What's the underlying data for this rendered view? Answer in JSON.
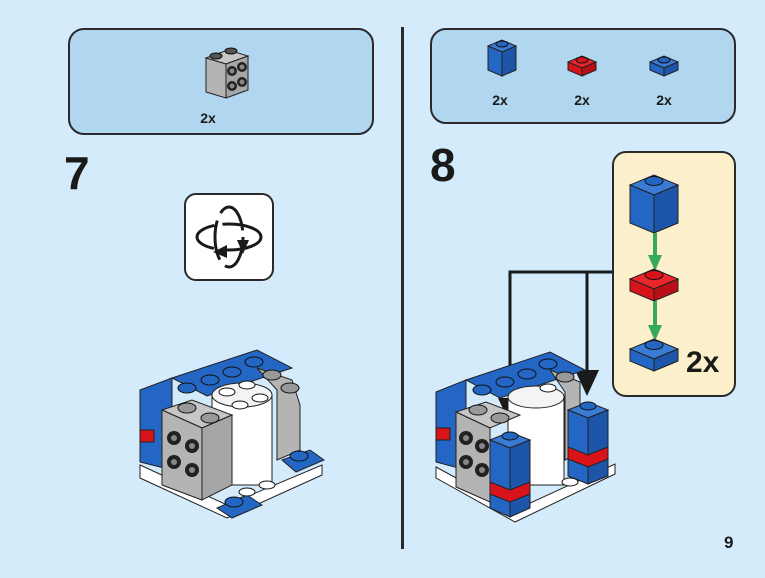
{
  "page": {
    "page_number": "9",
    "background_color": "#d3ebfa"
  },
  "step7": {
    "number": "7",
    "parts": [
      {
        "name": "light-gray brick 1x2 with studs on side",
        "qty": "2x",
        "color": "#a9a9a9"
      }
    ],
    "rotate_icon": "rotate-model-icon"
  },
  "step8": {
    "number": "8",
    "parts": [
      {
        "name": "blue brick 1x1",
        "qty": "2x",
        "color": "#2466c4"
      },
      {
        "name": "red plate 1x1",
        "qty": "2x",
        "color": "#d8131a"
      },
      {
        "name": "blue plate 1x1",
        "qty": "2x",
        "color": "#2466c4"
      }
    ],
    "subassembly": {
      "qty": "2x",
      "stack": [
        "blue brick 1x1",
        "red plate 1x1",
        "blue plate 1x1"
      ],
      "arrow_color": "#36a95a",
      "background_color": "#fcf0cc"
    }
  },
  "colors": {
    "parts_box": "#b1d6f0",
    "blue": "#2466c4",
    "red": "#d8131a",
    "gray": "#a9a9a9",
    "white": "#ffffff",
    "outline": "#1a1a1a"
  }
}
